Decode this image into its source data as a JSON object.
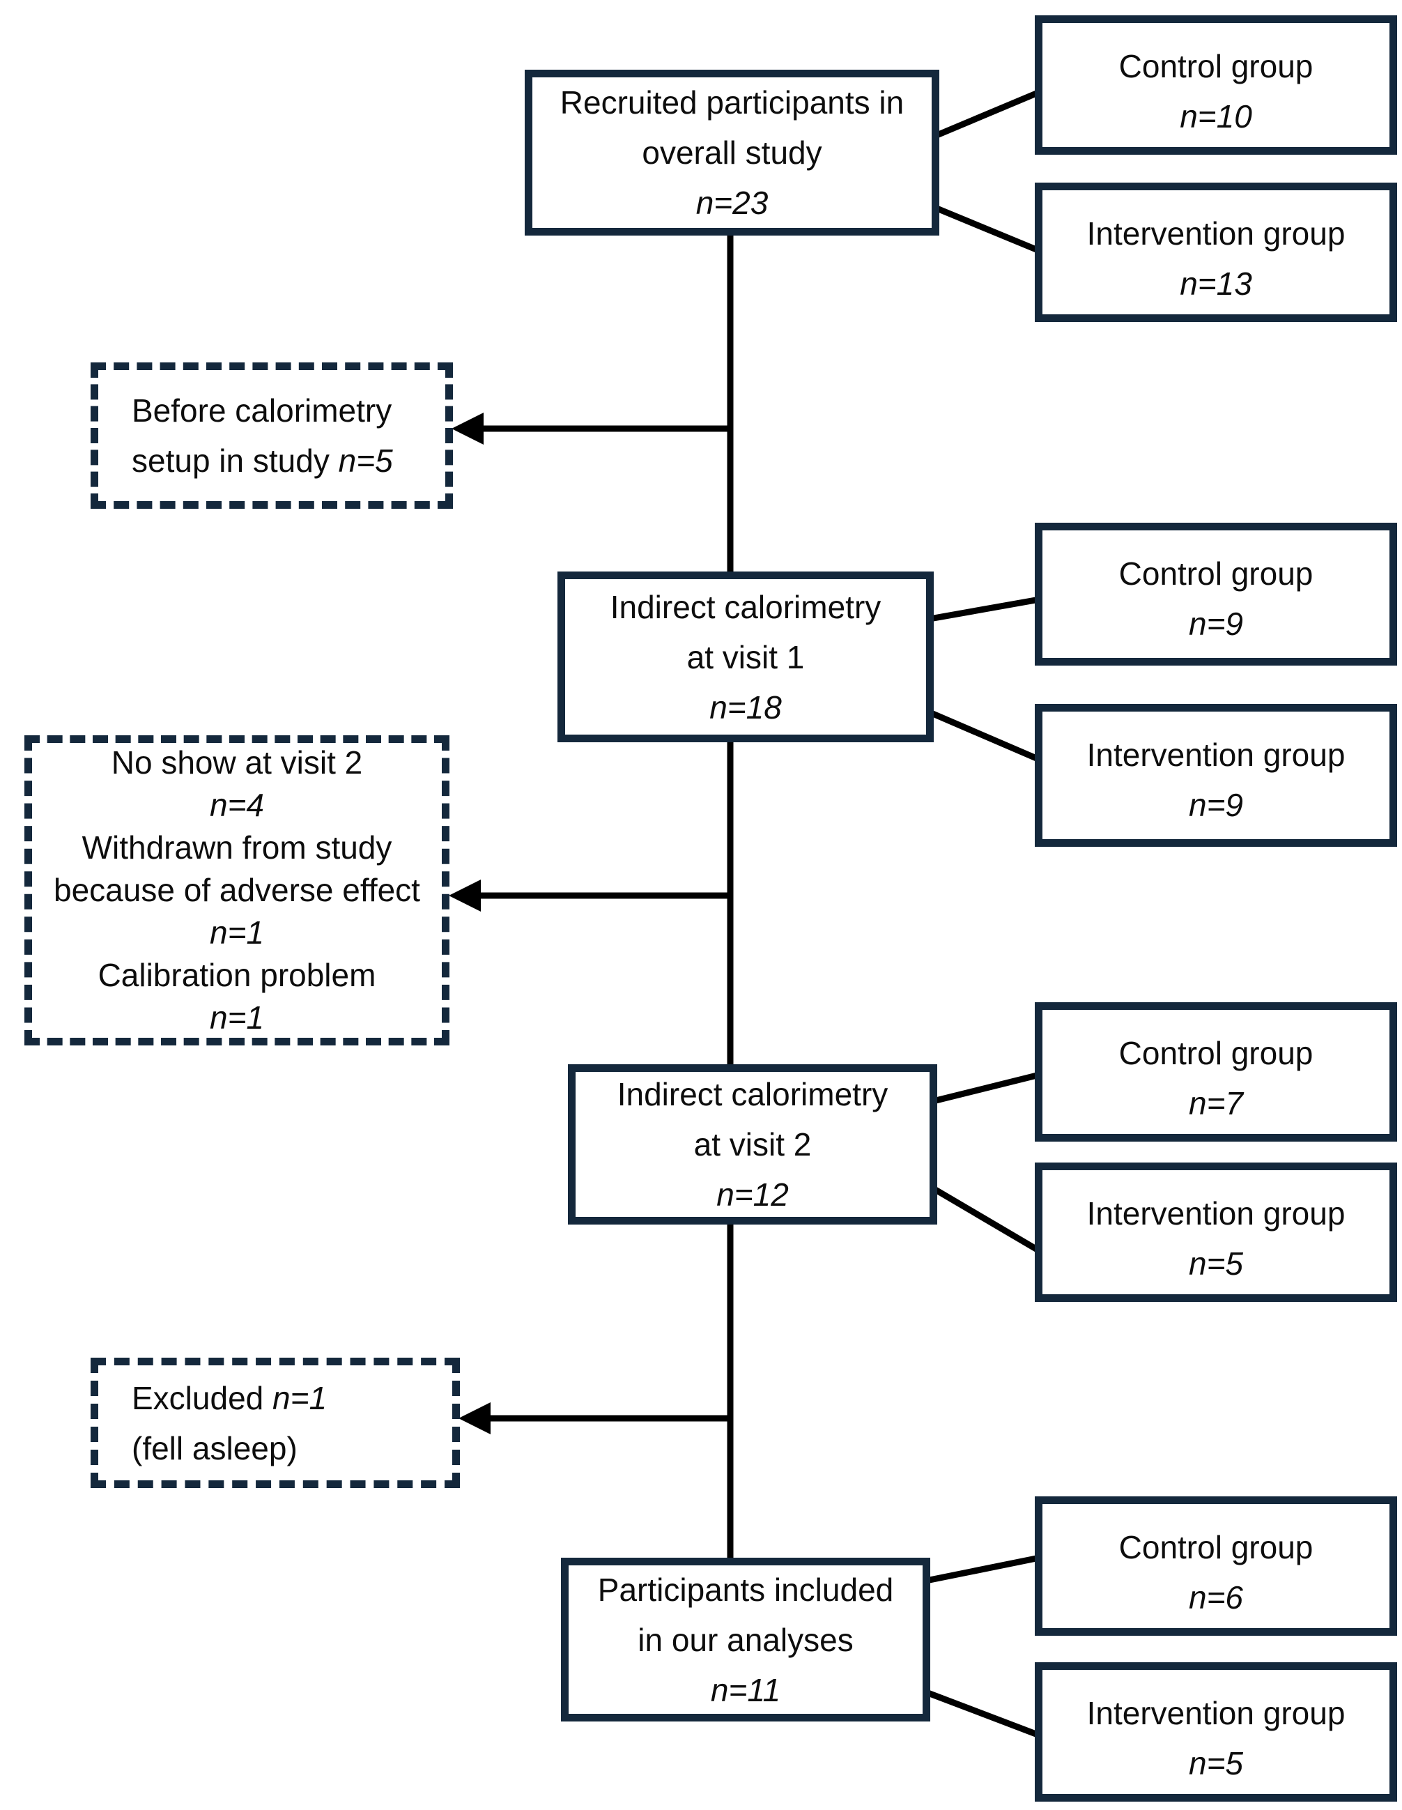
{
  "colors": {
    "box_border": "#14283c",
    "connector_line": "#000000",
    "text": "#0d0d0d",
    "background": "#ffffff"
  },
  "main_boxes": [
    {
      "line1": "Recruited participants in",
      "line2": "overall study",
      "n": "n=23"
    },
    {
      "line1": "Indirect calorimetry",
      "line2": "at visit 1",
      "n": "n=18"
    },
    {
      "line1": "Indirect calorimetry",
      "line2": "at visit 2",
      "n": "n=12"
    },
    {
      "line1": "Participants included",
      "line2": "in our analyses",
      "n": "n=11"
    }
  ],
  "group_boxes": [
    {
      "label": "Control group",
      "n": "n=10"
    },
    {
      "label": "Intervention group",
      "n": "n=13"
    },
    {
      "label": "Control group",
      "n": "n=9"
    },
    {
      "label": "Intervention group",
      "n": "n=9"
    },
    {
      "label": "Control group",
      "n": "n=7"
    },
    {
      "label": "Intervention group",
      "n": "n=5"
    },
    {
      "label": "Control group",
      "n": "n=6"
    },
    {
      "label": "Intervention group",
      "n": "n=5"
    }
  ],
  "exclusion_boxes": {
    "before_setup": {
      "line1": "Before calorimetry",
      "line2_text": "setup in study",
      "line2_n": "n=5"
    },
    "visit2_dropouts": {
      "items": [
        {
          "lines": [
            "No show at visit 2"
          ],
          "n": "n=4"
        },
        {
          "lines": [
            "Withdrawn from study",
            "because of adverse effect"
          ],
          "n": "n=1"
        },
        {
          "lines": [
            "Calibration problem"
          ],
          "n": "n=1"
        }
      ]
    },
    "excluded_analysis": {
      "text": "Excluded",
      "n": "n=1",
      "reason": "(fell asleep)"
    }
  }
}
